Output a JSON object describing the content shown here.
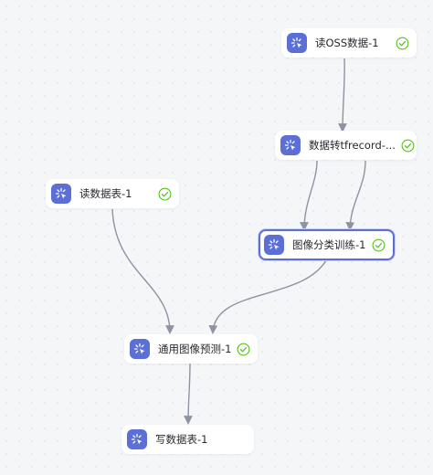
{
  "canvas": {
    "accent_color": "#5b6fd6",
    "success_color": "#52c41a",
    "edge_color": "#8e93a3"
  },
  "nodes": [
    {
      "id": "read-oss",
      "label": "读OSS数据-1",
      "icon": "component-icon",
      "status": "success"
    },
    {
      "id": "data-to-tfrecord",
      "label": "数据转tfrecord-...",
      "icon": "component-icon",
      "status": "success"
    },
    {
      "id": "read-table",
      "label": "读数据表-1",
      "icon": "component-icon",
      "status": "success"
    },
    {
      "id": "image-classification-train",
      "label": "图像分类训练-1",
      "icon": "component-icon",
      "status": "success",
      "selected": true
    },
    {
      "id": "general-image-predict",
      "label": "通用图像预测-1",
      "icon": "component-icon",
      "status": "success"
    },
    {
      "id": "write-table",
      "label": "写数据表-1",
      "icon": "component-icon",
      "status": "none"
    }
  ]
}
